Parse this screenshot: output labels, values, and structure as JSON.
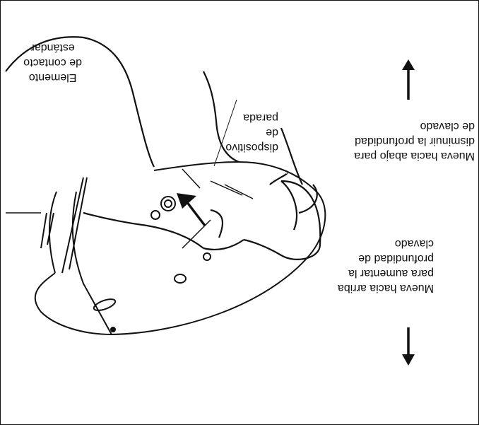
{
  "labels": {
    "contact_element": [
      "Elemento",
      "de contacto",
      "estándar"
    ],
    "stop_device": [
      "dispositivo",
      "de",
      "parada"
    ],
    "move_down": [
      "Mueva hacia abajo para",
      "disminuir la profundidad",
      "de clavado"
    ],
    "move_up": [
      "Mueva hacia arriba",
      "para aumentar la",
      "profundidad de",
      "clavado"
    ]
  },
  "colors": {
    "line": "#111111",
    "background": "#ffffff"
  },
  "icons": [
    "arrow-up-icon",
    "arrow-down-icon",
    "pointer-arrow-icon"
  ]
}
